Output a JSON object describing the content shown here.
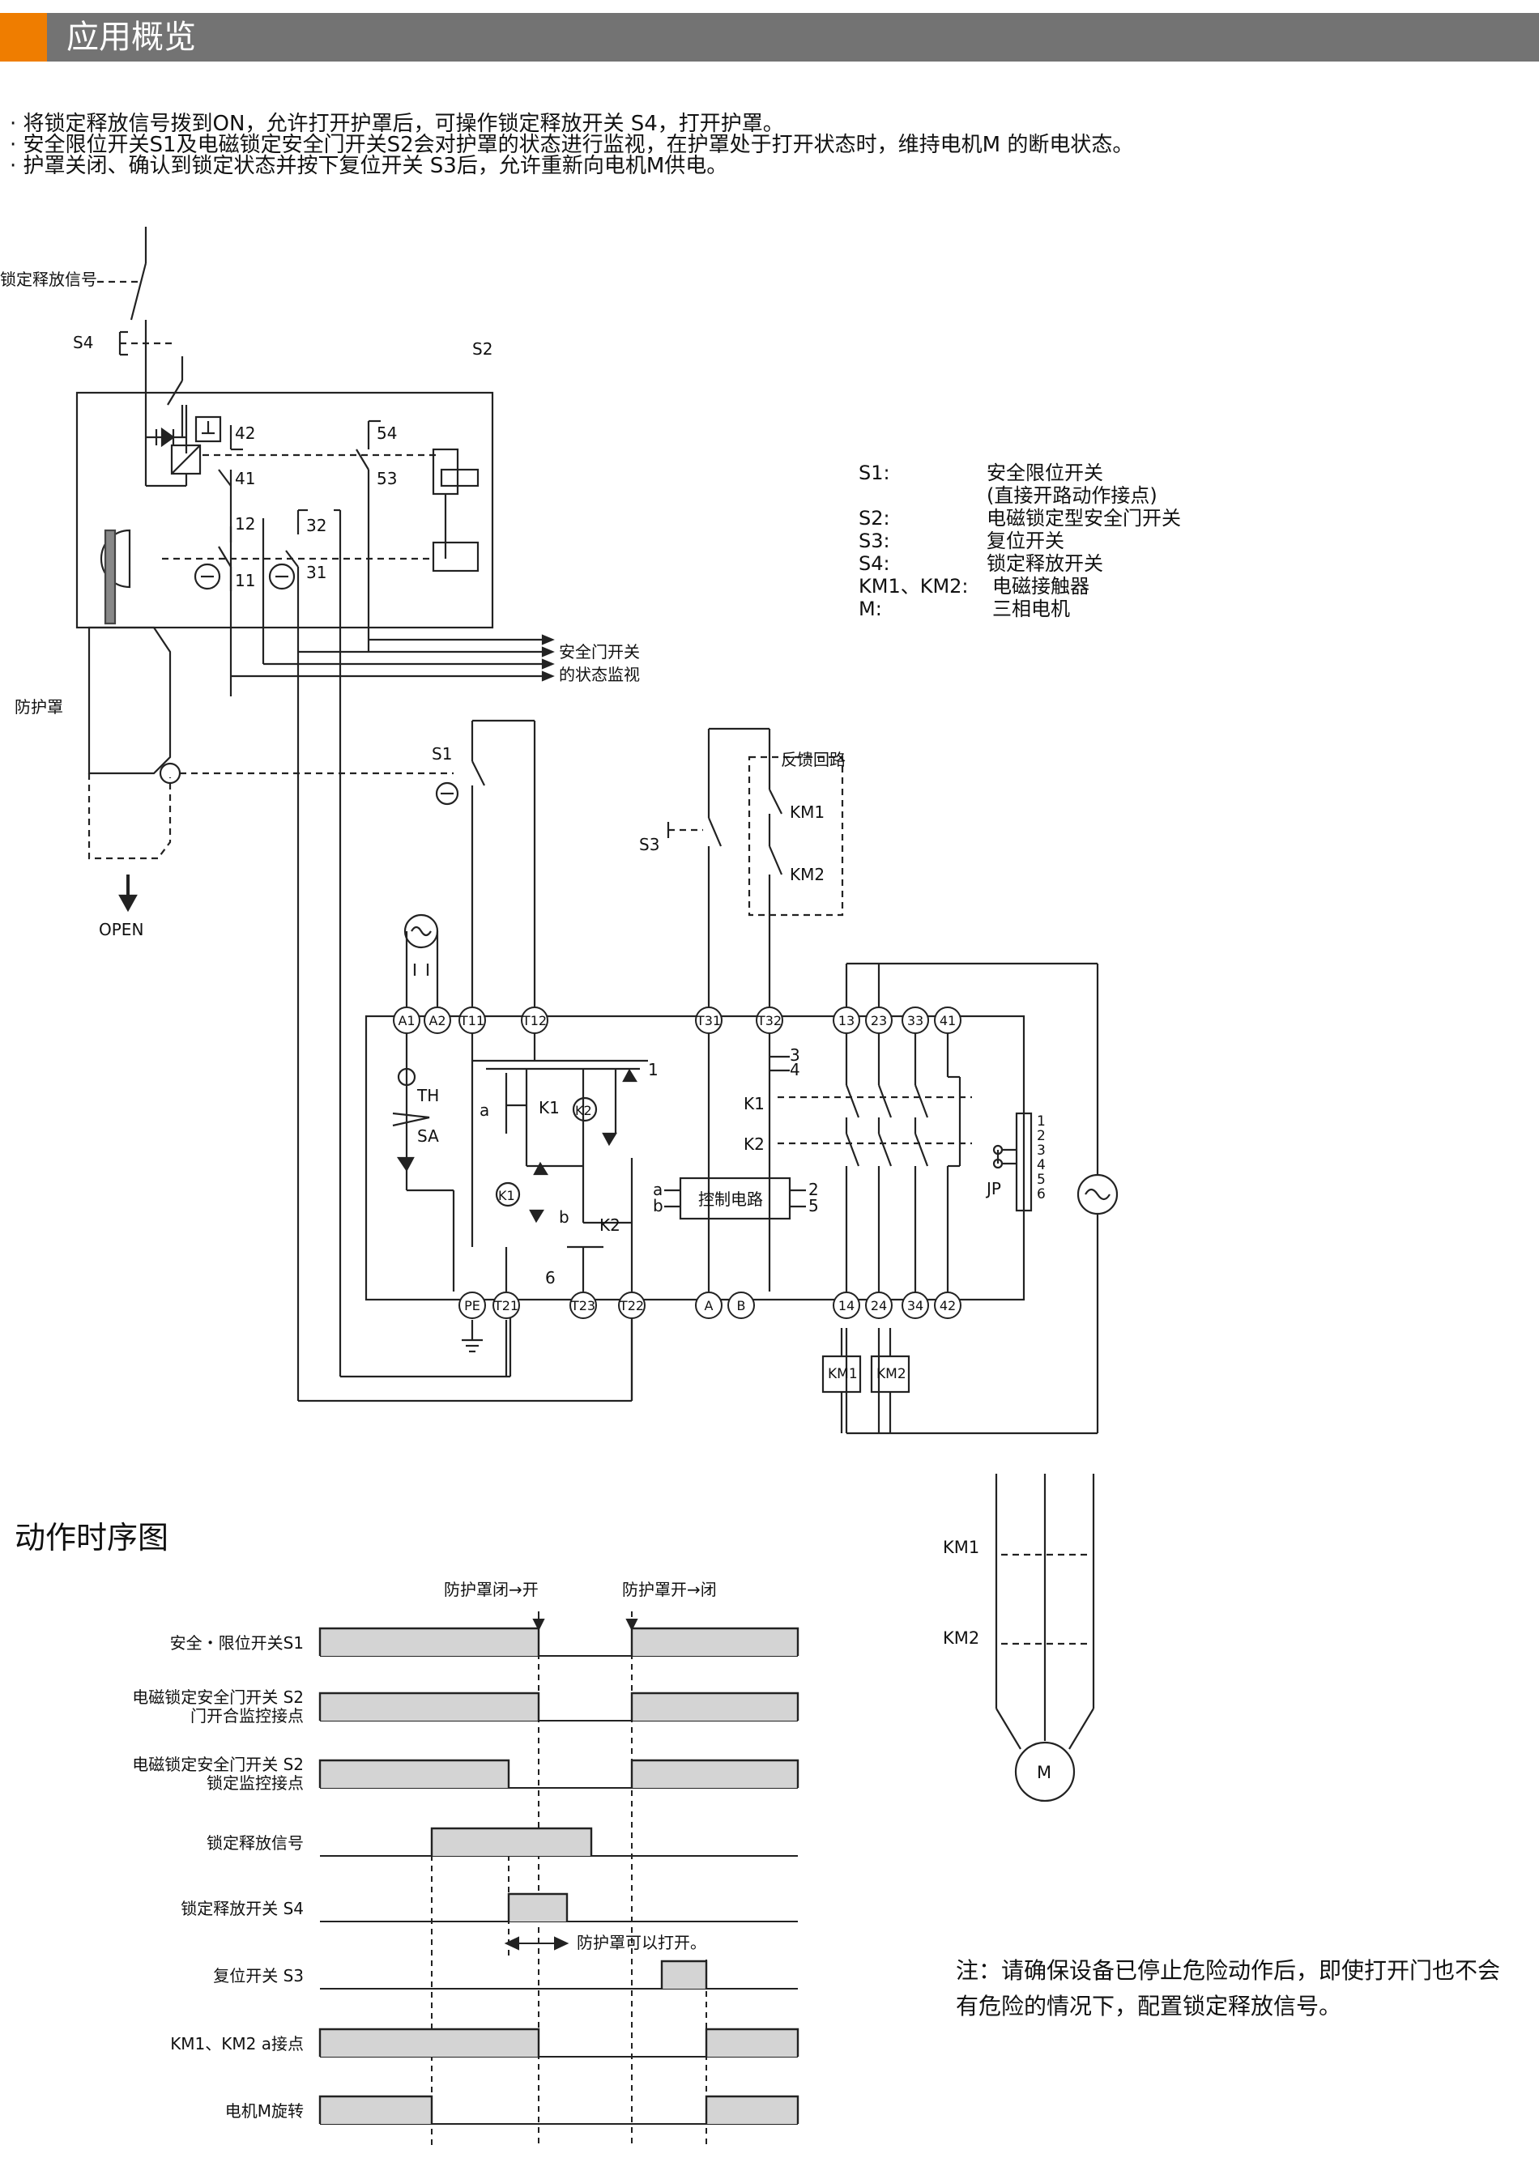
{
  "header": {
    "title": "应用概览",
    "accent_color": "#ef7d00",
    "bar_color": "#737373"
  },
  "bullets": [
    "· 将锁定释放信号拨到ON，允许打开护罩后，可操作锁定释放开关 S4，打开护罩。",
    "· 安全限位开关S1及电磁锁定安全门开关S2会对护罩的状态进行监视，在护罩处于打开状态时，维持电机M 的断电状态。",
    "· 护罩关闭、确认到锁定状态并按下复位开关 S3后，允许重新向电机M供电。"
  ],
  "circuit": {
    "lock_release_signal": "锁定释放信号",
    "s4": "S4",
    "s2": "S2",
    "guard": "防护罩",
    "open": "OPEN",
    "s1": "S1",
    "s3": "S3",
    "feedback_loop": "反馈回路",
    "km1": "KM1",
    "km2": "KM2",
    "door_monitor_line1": "安全门开关",
    "door_monitor_line2": "的状态监视",
    "contact_numbers": [
      "42",
      "41",
      "54",
      "53",
      "12",
      "11",
      "32",
      "31"
    ],
    "top_terminals": [
      "A1",
      "A2",
      "T11",
      "T12",
      "T31",
      "T32",
      "13",
      "23",
      "33",
      "41"
    ],
    "bottom_terminals": [
      "PE",
      "T21",
      "T23",
      "T22",
      "A",
      "B",
      "14",
      "24",
      "34",
      "42"
    ],
    "control_circuit": "控制电路",
    "th": "TH",
    "sa": "SA",
    "jp": "JP",
    "relay_k1": "K1",
    "relay_k2": "K2",
    "label_a": "a",
    "label_b": "b",
    "num_1": "1",
    "num_3": "3",
    "num_4": "4",
    "num_6": "6",
    "num_2": "2",
    "num_5": "5",
    "jp_pins": [
      "1",
      "2",
      "3",
      "4",
      "5",
      "6"
    ],
    "coil_km1": "KM1",
    "coil_km2": "KM2",
    "motor": "M"
  },
  "legend": [
    {
      "key": "S1:",
      "value": "安全限位开关"
    },
    {
      "key": "",
      "value": "(直接开路动作接点)"
    },
    {
      "key": "S2:",
      "value": "电磁锁定型安全门开关"
    },
    {
      "key": "S3:",
      "value": "复位开关"
    },
    {
      "key": "S4:",
      "value": "锁定释放开关"
    },
    {
      "key": "KM1、KM2:",
      "value": "电磁接触器"
    },
    {
      "key": "M:",
      "value": "三相电机"
    }
  ],
  "timing": {
    "title": "动作时序图",
    "event_close": "防护罩闭→开",
    "event_open": "防护罩开→闭",
    "guard_can_open": "防护罩可以打开。",
    "rows": [
      {
        "line1": "安全・限位开关S1",
        "line2": ""
      },
      {
        "line1": "电磁锁定安全门开关 S2",
        "line2": "门开合监控接点"
      },
      {
        "line1": "电磁锁定安全门开关 S2",
        "line2": "锁定监控接点"
      },
      {
        "line1": "锁定释放信号",
        "line2": ""
      },
      {
        "line1": "锁定释放开关 S4",
        "line2": ""
      },
      {
        "line1": "复位开关 S3",
        "line2": ""
      },
      {
        "line1": "KM1、KM2 a接点",
        "line2": ""
      },
      {
        "line1": "电机M旋转",
        "line2": ""
      }
    ],
    "fill_color": "#d4d4d4"
  },
  "motor_diagram": {
    "km1": "KM1",
    "km2": "KM2",
    "motor": "M"
  },
  "note": {
    "line1": "注：请确保设备已停止危险动作后，即使打开门也不会",
    "line2": "有危险的情况下，配置锁定释放信号。"
  }
}
